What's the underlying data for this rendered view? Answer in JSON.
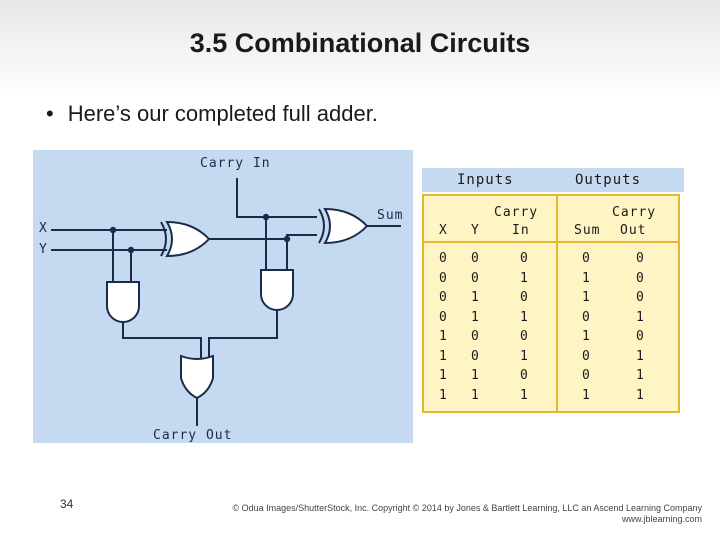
{
  "slide": {
    "title": "3.5 Combinational Circuits",
    "bullet": "Here’s our completed full adder.",
    "bullet_marker": "•",
    "page_number": "34",
    "credit_line1": "© Odua Images/ShutterStock, Inc. Copyright © 2014 by Jones & Bartlett Learning, LLC an Ascend Learning Company",
    "credit_line2": "www.jblearning.com"
  },
  "diagram": {
    "carry_in_label": "Carry In",
    "sum_label": "Sum",
    "x_label": "X",
    "y_label": "Y",
    "carry_out_label": "Carry Out",
    "background_color": "#c5d9f0",
    "wire_color": "#1c2a4a"
  },
  "truth_table": {
    "group_inputs": "Inputs",
    "group_outputs": "Outputs",
    "col_x": "X",
    "col_y": "Y",
    "col_carry_in_1": "Carry",
    "col_carry_in_2": "In",
    "col_sum": "Sum",
    "col_carry_out_1": "Carry",
    "col_carry_out_2": "Out",
    "col_x_values": [
      "0",
      "0",
      "0",
      "0",
      "1",
      "1",
      "1",
      "1"
    ],
    "col_y_values": [
      "0",
      "0",
      "1",
      "1",
      "0",
      "0",
      "1",
      "1"
    ],
    "col_cin_values": [
      "0",
      "1",
      "0",
      "1",
      "0",
      "1",
      "0",
      "1"
    ],
    "col_sum_values": [
      "0",
      "1",
      "1",
      "0",
      "1",
      "0",
      "0",
      "1"
    ],
    "col_cout_values": [
      "0",
      "0",
      "0",
      "1",
      "0",
      "1",
      "1",
      "1"
    ],
    "table_fill": "#fff5c4",
    "table_border": "#e8b730"
  }
}
